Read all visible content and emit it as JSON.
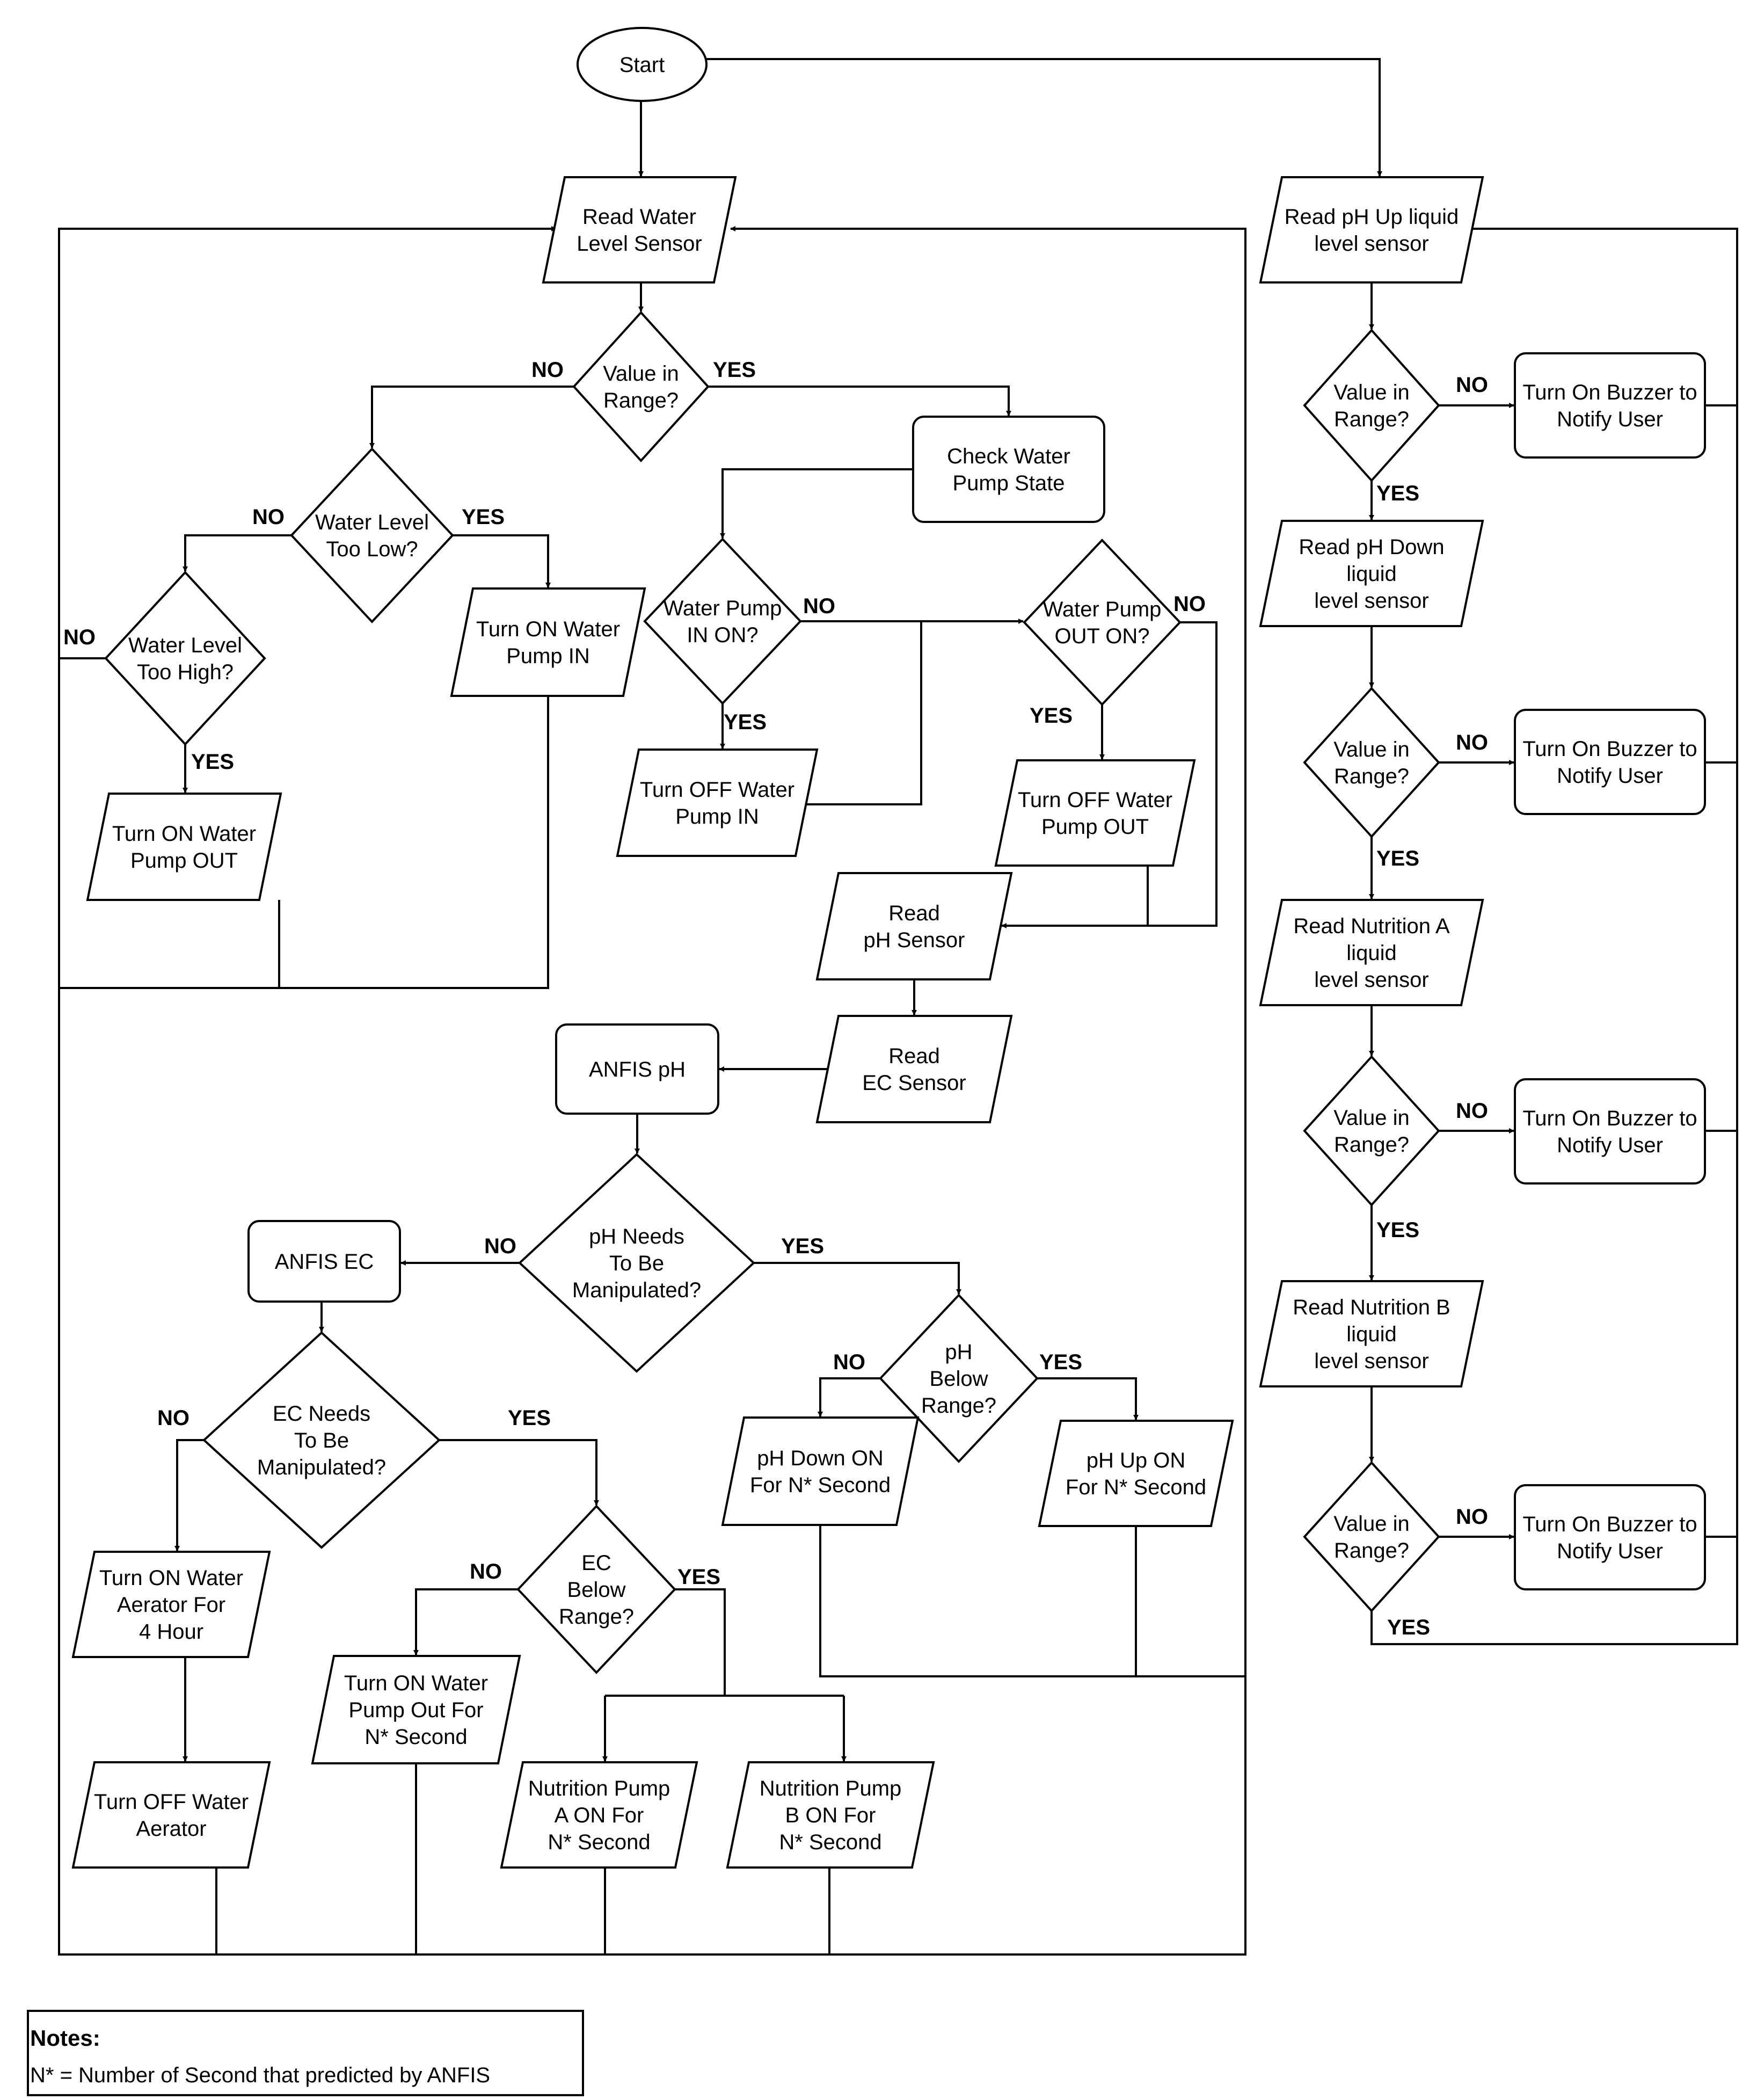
{
  "nodes": {
    "start": "Start",
    "read_water_level": [
      "Read Water",
      "Level Sensor"
    ],
    "value_in_range_1": [
      "Value in",
      "Range?"
    ],
    "water_level_too_low": [
      "Water Level",
      "Too Low?"
    ],
    "water_level_too_high": [
      "Water Level",
      "Too High?"
    ],
    "turn_on_pump_in": [
      "Turn ON Water",
      "Pump IN"
    ],
    "turn_on_pump_out": [
      "Turn ON Water",
      "Pump OUT"
    ],
    "check_pump_state": [
      "Check Water",
      "Pump State"
    ],
    "pump_in_on": [
      "Water Pump",
      "IN ON?"
    ],
    "pump_out_on": [
      "Water Pump",
      "OUT ON?"
    ],
    "turn_off_pump_in": [
      "Turn OFF Water",
      "Pump IN"
    ],
    "turn_off_pump_out": [
      "Turn OFF Water",
      "Pump OUT"
    ],
    "read_ph": [
      "Read",
      "pH Sensor"
    ],
    "read_ec": [
      "Read",
      "EC Sensor"
    ],
    "anfis_ph": "ANFIS pH",
    "ph_needs_manip": [
      "pH Needs",
      "To Be",
      "Manipulated?"
    ],
    "anfis_ec": "ANFIS EC",
    "ph_below_range": [
      "pH",
      "Below",
      "Range?"
    ],
    "ph_down_on": [
      "pH Down ON",
      "For N* Second"
    ],
    "ph_up_on": [
      "pH Up ON",
      "For N* Second"
    ],
    "ec_needs_manip": [
      "EC Needs",
      "To Be",
      "Manipulated?"
    ],
    "aerator_on": [
      "Turn ON Water",
      "Aerator For",
      "4 Hour"
    ],
    "aerator_off": [
      "Turn OFF Water",
      "Aerator"
    ],
    "ec_below_range": [
      "EC",
      "Below",
      "Range?"
    ],
    "pump_out_n": [
      "Turn ON Water",
      "Pump Out For",
      "N* Second"
    ],
    "nutrition_a_on": [
      "Nutrition Pump",
      "A ON For",
      "N* Second"
    ],
    "nutrition_b_on": [
      "Nutrition Pump",
      "B ON For",
      "N* Second"
    ],
    "read_ph_up_level": [
      "Read pH Up liquid",
      "level sensor"
    ],
    "read_ph_down_level": [
      "Read pH Down",
      "liquid",
      "level sensor"
    ],
    "read_nutrition_a_level": [
      "Read Nutrition A",
      "liquid",
      "level sensor"
    ],
    "read_nutrition_b_level": [
      "Read Nutrition B",
      "liquid",
      "level sensor"
    ],
    "right_value_in_range": [
      "Value in",
      "Range?"
    ],
    "buzzer": [
      "Turn On Buzzer to",
      "Notify User"
    ]
  },
  "edge_labels": {
    "yes": "YES",
    "no": "NO"
  },
  "notes": {
    "title": "Notes:",
    "text": "N* = Number of Second that predicted by ANFIS"
  }
}
